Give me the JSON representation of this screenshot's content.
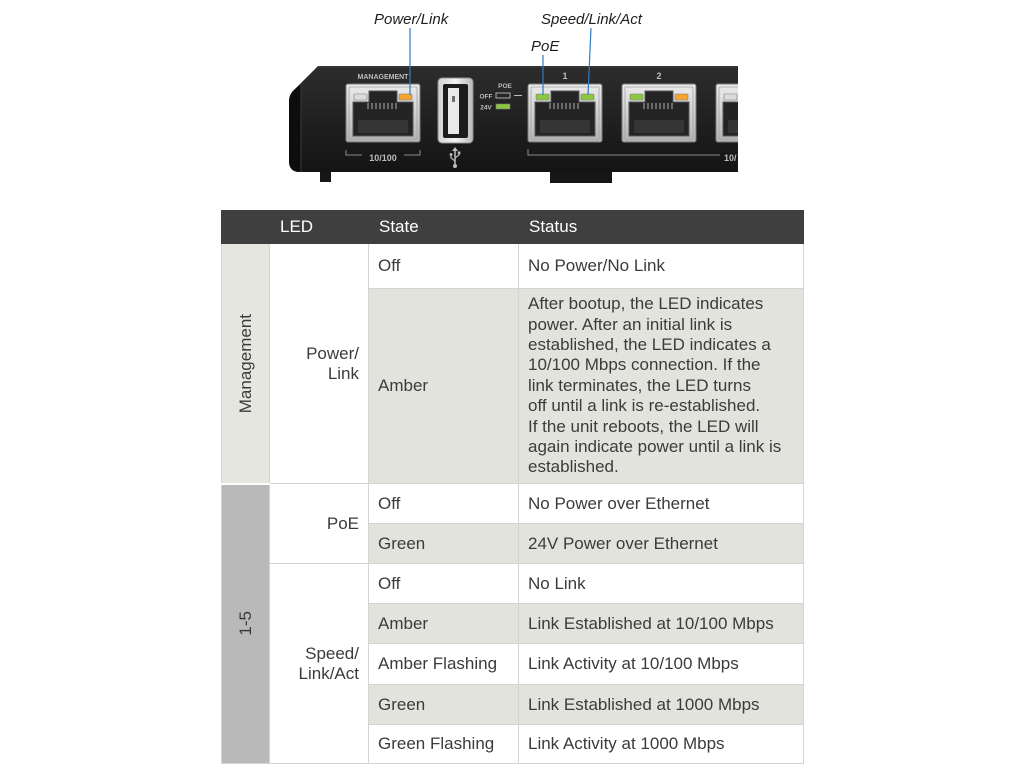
{
  "callouts": {
    "power_link": "Power/Link",
    "speed_link_act": "Speed/Link/Act",
    "poe": "PoE"
  },
  "device": {
    "management_label": "MANAGEMENT",
    "management_speed": "10/100",
    "poe_indicator": {
      "title": "POE",
      "off": "OFF",
      "v24": "24V"
    },
    "port_labels": [
      "1",
      "2"
    ],
    "ports_speed": "10/",
    "usb_icon": "usb-icon",
    "led_colors": {
      "amber": "#f5a331",
      "green": "#8dc63f",
      "off": "#dcdcdc"
    },
    "callout_line_color": "#2f7cc0"
  },
  "table": {
    "header": {
      "led": "LED",
      "state": "State",
      "status": "Status"
    },
    "groups": [
      {
        "label": "Management",
        "leds": [
          {
            "name": [
              "Power/",
              "Link"
            ],
            "rows": [
              {
                "state": "Off",
                "status": [
                  "No Power/No Link"
                ]
              },
              {
                "state": "Amber",
                "status": [
                  "After bootup, the LED indicates",
                  "power. After an initial link is",
                  "established, the LED indicates a",
                  "10/100 Mbps connection. If the",
                  "link terminates, the LED turns",
                  "off until a link is re-established.",
                  "If the unit reboots, the LED will",
                  "again indicate power until a link is",
                  "established."
                ]
              }
            ]
          }
        ]
      },
      {
        "label": "1-5",
        "leds": [
          {
            "name": [
              "PoE"
            ],
            "rows": [
              {
                "state": "Off",
                "status": [
                  "No Power over Ethernet"
                ]
              },
              {
                "state": "Green",
                "status": [
                  "24V Power over Ethernet"
                ]
              }
            ]
          },
          {
            "name": [
              "Speed/",
              "Link/Act"
            ],
            "rows": [
              {
                "state": "Off",
                "status": [
                  "No Link"
                ]
              },
              {
                "state": "Amber",
                "status": [
                  "Link Established at 10/100 Mbps"
                ]
              },
              {
                "state": "Amber Flashing",
                "status": [
                  "Link Activity at 10/100 Mbps"
                ]
              },
              {
                "state": "Green",
                "status": [
                  "Link Established at 1000 Mbps"
                ]
              },
              {
                "state": "Green Flashing",
                "status": [
                  "Link Activity at 1000 Mbps"
                ]
              }
            ]
          }
        ]
      }
    ]
  },
  "colors": {
    "header_bg": "#3f3f3f",
    "group_management_bg": "#e6e6e1",
    "group_ports_bg": "#b9b9b9",
    "shaded_row_bg": "#e3e3de"
  }
}
